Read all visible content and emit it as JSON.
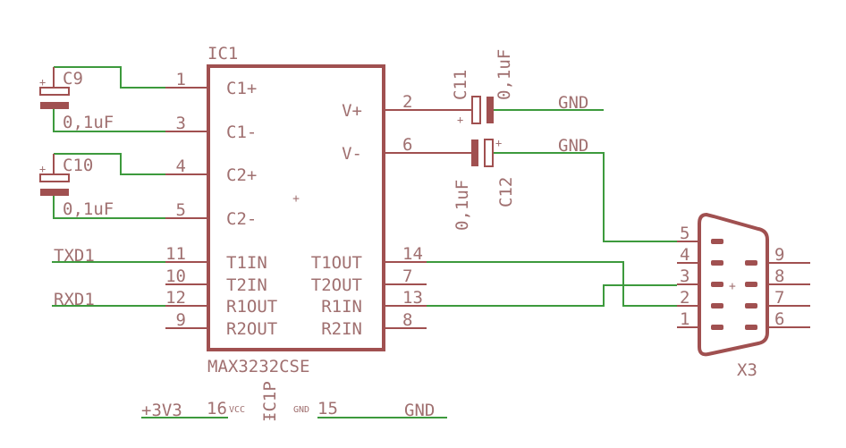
{
  "colors": {
    "wire": "#3d9a3d",
    "body": "#a05050",
    "text": "#a07070",
    "background": "#ffffff"
  },
  "ic1": {
    "name": "IC1",
    "value": "MAX3232CSE",
    "pins_left": [
      {
        "num": "1",
        "label": "C1+"
      },
      {
        "num": "3",
        "label": "C1-"
      },
      {
        "num": "4",
        "label": "C2+"
      },
      {
        "num": "5",
        "label": "C2-"
      },
      {
        "num": "11",
        "label": "T1IN"
      },
      {
        "num": "10",
        "label": "T2IN"
      },
      {
        "num": "12",
        "label": "R1OUT"
      },
      {
        "num": "9",
        "label": "R2OUT"
      }
    ],
    "pins_right": [
      {
        "num": "2",
        "label": "V+"
      },
      {
        "num": "6",
        "label": "V-"
      },
      {
        "num": "14",
        "label": "T1OUT"
      },
      {
        "num": "7",
        "label": "T2OUT"
      },
      {
        "num": "13",
        "label": "R1IN"
      },
      {
        "num": "8",
        "label": "R2IN"
      }
    ]
  },
  "power_part": {
    "name": "IC1P",
    "vcc_label": "VCC",
    "gnd_label": "GND",
    "vcc_pin": "16",
    "gnd_pin": "15"
  },
  "capacitors": {
    "c9": {
      "name": "C9",
      "value": "0,1uF"
    },
    "c10": {
      "name": "C10",
      "value": "0,1uF"
    },
    "c11": {
      "name": "C11",
      "value": "0,1uF"
    },
    "c12": {
      "name": "C12",
      "value": "0,1uF"
    }
  },
  "nets": {
    "txd": "TXD1",
    "rxd": "RXD1",
    "gnd": "GND",
    "vcc": "+3V3"
  },
  "connector": {
    "name": "X3",
    "pins_left": [
      "5",
      "4",
      "3",
      "2",
      "1"
    ],
    "pins_right": [
      "9",
      "8",
      "7",
      "6"
    ]
  }
}
